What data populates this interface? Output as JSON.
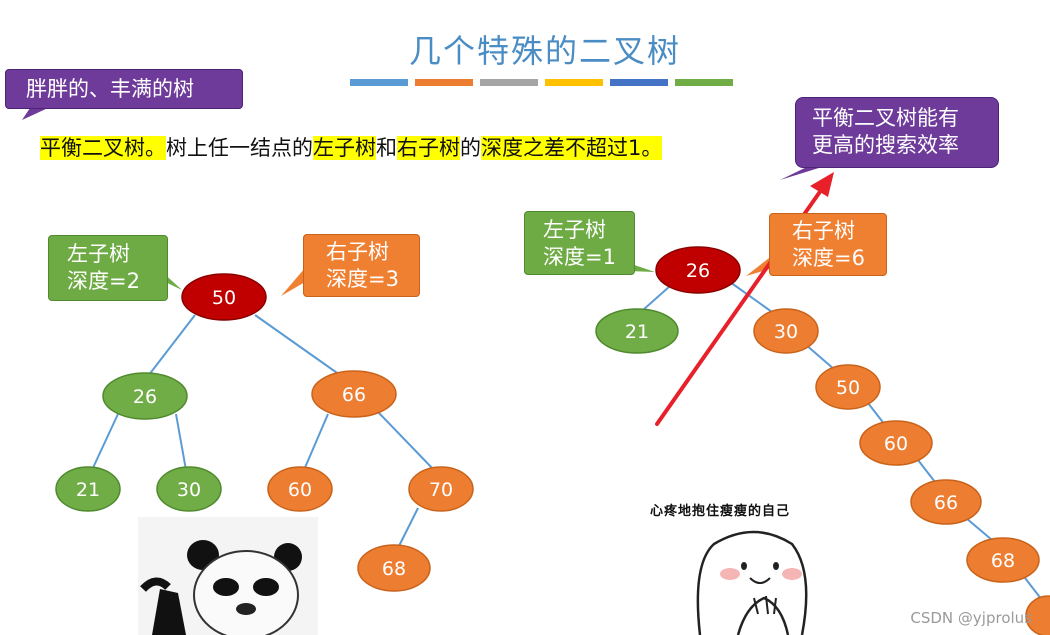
{
  "title": "几个特殊的二叉树",
  "color_bars": [
    "#5b9bd5",
    "#ed7d31",
    "#a5a5a5",
    "#ffc000",
    "#4472c4",
    "#70ad47"
  ],
  "callout_chubby": "胖胖的、丰满的树",
  "callout_balanced": {
    "line1": "平衡二叉树能有",
    "line2": "更高的搜索效率"
  },
  "description": {
    "term": "平衡二叉树。",
    "text1": "树上任一结点的",
    "left_subtree": "左子树",
    "and": "和",
    "right_subtree": "右子树",
    "of": "的",
    "depth_diff": "深度之差不超过1。"
  },
  "left_tree": {
    "left_depth": {
      "line1": "左子树",
      "line2": "深度=2"
    },
    "right_depth": {
      "line1": "右子树",
      "line2": "深度=3"
    },
    "nodes": {
      "root": "50",
      "n26": "26",
      "n66": "66",
      "n21": "21",
      "n30": "30",
      "n60": "60",
      "n70": "70",
      "n68": "68"
    }
  },
  "right_tree": {
    "left_depth": {
      "line1": "左子树",
      "line2": "深度=1"
    },
    "right_depth": {
      "line1": "右子树",
      "line2": "深度=6"
    },
    "nodes": {
      "root": "26",
      "n21": "21",
      "n30": "30",
      "n50": "50",
      "n60": "60",
      "n66": "66",
      "n68": "68"
    }
  },
  "meme_caption": "心疼地抱住瘦瘦的自己",
  "watermark": "CSDN @yjprolus",
  "colors": {
    "root": "#c00000",
    "green": "#70ad47",
    "orange": "#ed7d31",
    "edge": "#5b9bd5",
    "arrow": "#e8202a"
  }
}
